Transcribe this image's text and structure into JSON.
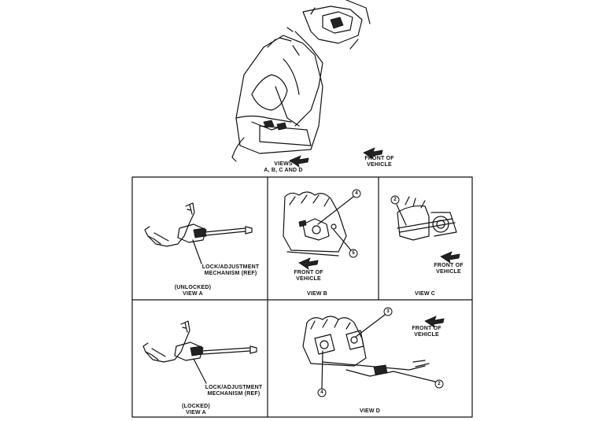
{
  "top": {
    "views_label": [
      "VIEWS",
      "A, B, C AND D"
    ],
    "front_label": [
      "FRONT OF",
      "VEHICLE"
    ]
  },
  "panel_a_unlocked": {
    "mechanism_label": [
      "LOCK/ADJUSTMENT",
      "MECHANISM (REF)"
    ],
    "caption": [
      "(UNLOCKED)",
      "VIEW A"
    ]
  },
  "panel_b": {
    "front_label": [
      "FRONT OF",
      "VEHICLE"
    ],
    "caption": "VIEW B",
    "callouts": [
      "4",
      "5"
    ]
  },
  "panel_c": {
    "front_label": [
      "FRONT OF",
      "VEHICLE"
    ],
    "caption": "VIEW C",
    "callouts": [
      "2"
    ]
  },
  "panel_a_locked": {
    "mechanism_label": [
      "LOCK/ADJUSTMENT",
      "MECHANISM (REF)"
    ],
    "caption": [
      "(LOCKED)",
      "VIEW A"
    ]
  },
  "panel_d": {
    "front_label": [
      "FRONT OF",
      "VEHICLE"
    ],
    "caption": "VIEW D",
    "callouts": [
      "3",
      "4",
      "2"
    ]
  }
}
